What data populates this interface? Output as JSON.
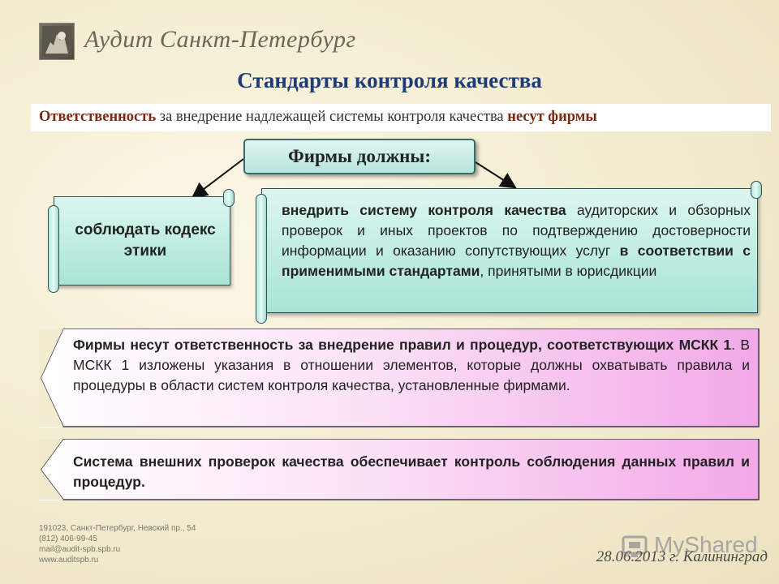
{
  "header": {
    "company_name": "Аудит Санкт-Петербург"
  },
  "slide": {
    "title": "Стандарты контроля качества",
    "responsibility_bar": {
      "part1_bold": "Ответственность",
      "part2": " за внедрение надлежащей системы контроля качества ",
      "part3_bold": "несут фирмы"
    },
    "firms_must": "Фирмы должны:",
    "left_scroll": "соблюдать кодекс этики",
    "right_scroll": {
      "p1_bold": "внедрить систему контроля качества",
      "p2": " аудиторских и обзорных проверок и иных проектов по подтверждению достоверности информации и оказанию сопутствующих услуг ",
      "p3_bold": "в соответствии с применимыми стандартами",
      "p4": ", принятыми в юрисдикции"
    },
    "box1": {
      "p1_bold": "Фирмы несут ответственность за внедрение правил и процедур, соответствующих МСКК 1",
      "p2": ". В МСКК 1 изложены указания в отношении элементов, которые должны охватывать правила и процедуры в области систем контроля качества, установленные фирмами."
    },
    "box2": "Система внешних проверок качества обеспечивает контроль соблюдения данных правил и процедур."
  },
  "footer": {
    "address_lines": [
      "191023, Санкт-Петербург, Невский пр., 54",
      "(812) 406-99-45",
      "mail@audit-spb.spb.ru",
      "www.auditspb.ru"
    ],
    "watermark": "MyShared",
    "date_city": "28.06.2013    г. Калининград"
  },
  "colors": {
    "title": "#1f3c7a",
    "scroll_fill": "#a8e4d5",
    "pink_fill": "#f2a8e7",
    "bold_red": "#7a2a14"
  },
  "icons": [
    "logo-icon",
    "myshared-icon"
  ]
}
